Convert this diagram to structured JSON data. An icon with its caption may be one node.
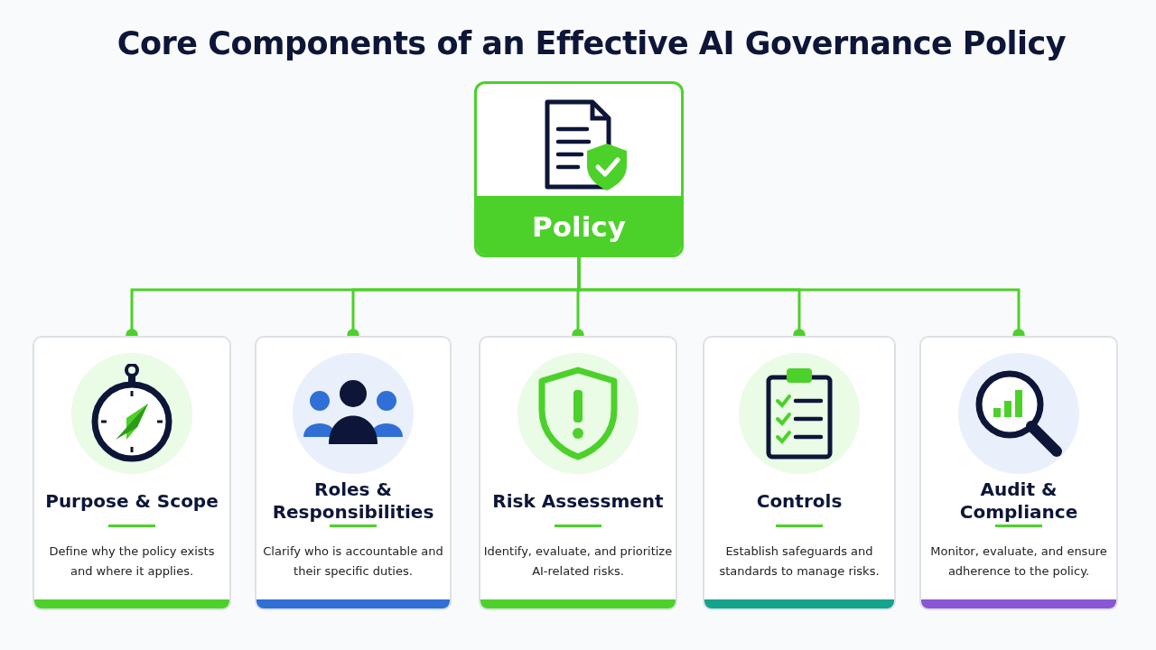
{
  "diagram": {
    "title": "Core Components of an Effective AI Governance Policy",
    "nodes": [
      {
        "text": [
          "Policy"
        ]
      },
      {
        "text": [
          "Purpose & Scope",
          "Define why the policy exists and where it applies."
        ]
      },
      {
        "text": [
          "Roles & Responsibilities",
          "Clarify who is accountable and their specific duties."
        ]
      },
      {
        "text": [
          "Risk Assessment",
          "Identify, evaluate, and prioritize AI-related risks."
        ]
      },
      {
        "text": [
          "Controls",
          "Establish safeguards and standards to manage risks."
        ]
      },
      {
        "text": [
          "Audit & Compliance",
          "Monitor, evaluate, and ensure adherence to the policy."
        ]
      }
    ],
    "edges": [
      {
        "from": 0,
        "to": 1,
        "arrow": "other"
      },
      {
        "from": 0,
        "to": 2,
        "arrow": "other"
      },
      {
        "from": 0,
        "to": 3,
        "arrow": "other"
      },
      {
        "from": 0,
        "to": 4,
        "arrow": "other"
      },
      {
        "from": 0,
        "to": 5,
        "arrow": "other"
      }
    ]
  }
}
